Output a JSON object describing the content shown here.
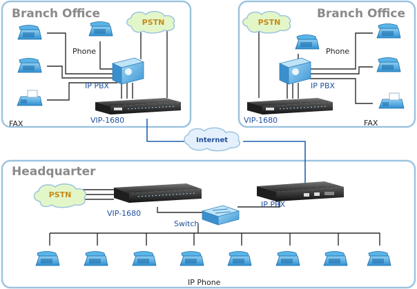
{
  "regions": {
    "branch_left": {
      "title": "Branch Office"
    },
    "branch_right": {
      "title": "Branch Office"
    },
    "headquarter": {
      "title": "Headquarter"
    }
  },
  "labels": {
    "phone": "Phone",
    "ip_pbx": "IP PBX",
    "fax": "FAX",
    "vip": "VIP-1680",
    "switch": "Switch",
    "ip_phone": "IP Phone",
    "pstn": "PSTN",
    "internet": "Internet"
  },
  "colors": {
    "region_border": "#9cc3df",
    "device_blue": "#4aa3dd",
    "wan_line": "#1f5fb0",
    "pstn_cloud": "#e3f6c8",
    "internet_cloud": "#e4f0fb"
  }
}
